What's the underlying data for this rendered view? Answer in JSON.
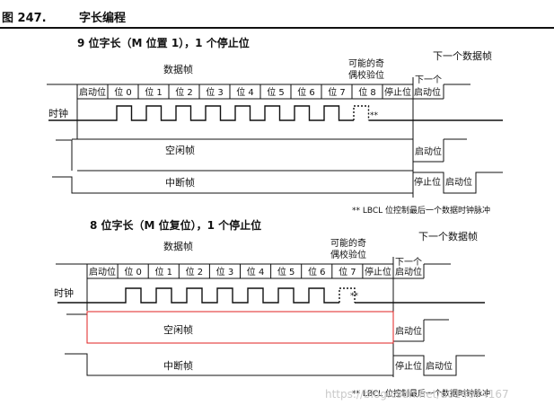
{
  "figure": {
    "number": "图 247.",
    "title": "字长编程"
  },
  "cells9": [
    "启动位",
    "位 0",
    "位 1",
    "位 2",
    "位 3",
    "位 4",
    "位 5",
    "位 6",
    "位 7",
    "位 8",
    "停止位"
  ],
  "cells8": [
    "启动位",
    "位 0",
    "位 1",
    "位 2",
    "位 3",
    "位 4",
    "位 5",
    "位 6",
    "位 7",
    "停止位"
  ],
  "section9": {
    "heading": "9 位字长（M 位置 1），1 个停止位",
    "data_frame": "数据帧",
    "parity_line1": "可能的奇",
    "parity_line2": "偶校验位",
    "next_frame": "下一个数据帧",
    "next_start_line1": "下一个",
    "next_start_line2": "启动位",
    "clock": "时钟",
    "stars": "**",
    "idle_frame": "空闲帧",
    "idle_start": "启动位",
    "break_frame": "中断帧",
    "break_stop": "停止位",
    "break_start": "启动位",
    "note": "** LBCL 位控制最后一个数据时钟脉冲"
  },
  "section8": {
    "heading": "8 位字长（M 位复位），1 个停止位",
    "data_frame": "数据帧",
    "parity_line1": "可能的奇",
    "parity_line2": "偶校验位",
    "next_frame": "下一个数据帧",
    "next_start_line1": "下一个",
    "next_start_line2": "启动位",
    "clock": "时钟",
    "stars": "**",
    "idle_frame": "空闲帧",
    "idle_start": "启动位",
    "break_frame": "中断帧",
    "break_stop": "停止位",
    "break_start": "启动位",
    "note": "** LBCL 位控制最后一个数据时钟脉冲"
  },
  "watermark": "https://blog.csdn.net/u014674167",
  "colors": {
    "highlight": "#e02020",
    "line": "#111111",
    "watermark": "#c9c9c9"
  }
}
